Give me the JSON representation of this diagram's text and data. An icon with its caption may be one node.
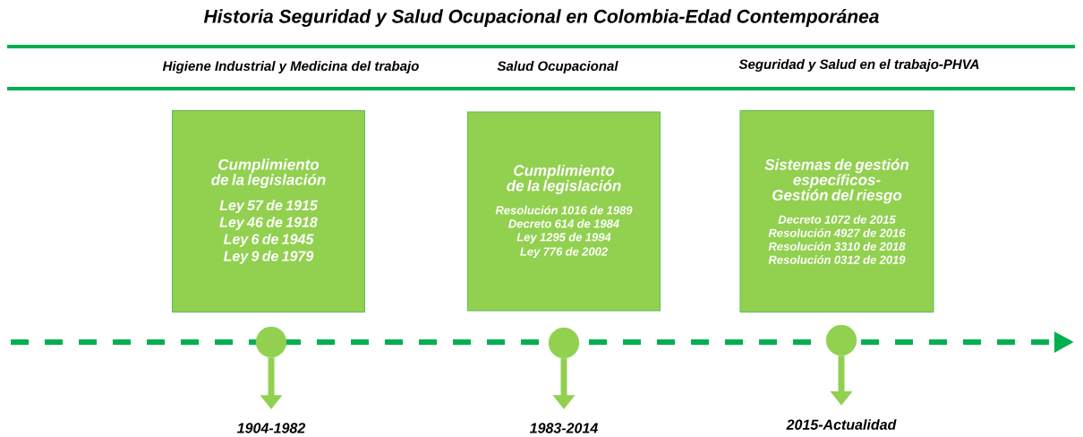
{
  "diagram": {
    "title": "Historia Seguridad y Salud Ocupacional en Colombia-Edad Contemporánea",
    "nodes": [
      {
        "text": [
          "Cumplimiento de la legislación",
          "Ley 57 de 1915",
          "Ley 46 de 1918",
          "Ley 6 de 1945",
          "Ley 9 de 1979"
        ]
      },
      {
        "text": [
          "Cumplimiento de la legislación",
          "Resolución 1016 de 1989",
          "Decreto 614 de 1984",
          "Ley 1295 de 1994",
          "Ley 776 de 2002"
        ]
      },
      {
        "text": [
          "Sistemas de gestión específicos-Gestión del riesgo",
          "Decreto 1072 de 2015",
          "Resolución 4927 de 2016",
          "Resolución 3310 de 2018",
          "Resolución 0312 de 2019"
        ]
      },
      {
        "text": [],
        "shape": "circle"
      },
      {
        "text": [],
        "shape": "circle"
      },
      {
        "text": [],
        "shape": "circle"
      },
      {
        "text": [
          "1904-1982"
        ]
      },
      {
        "text": [
          "1983-2014"
        ]
      },
      {
        "text": [
          "2015-Actualidad"
        ]
      }
    ],
    "edges": [
      {
        "from": 3,
        "to": 6,
        "arrow": "to"
      },
      {
        "from": 4,
        "to": 7,
        "arrow": "to"
      },
      {
        "from": 5,
        "to": 8,
        "arrow": "to"
      }
    ],
    "labels": [
      "Higiene Industrial y Medicina del trabajo",
      "Salud Ocupacional",
      "Seguridad y Salud en el trabajo-PHVA"
    ]
  }
}
